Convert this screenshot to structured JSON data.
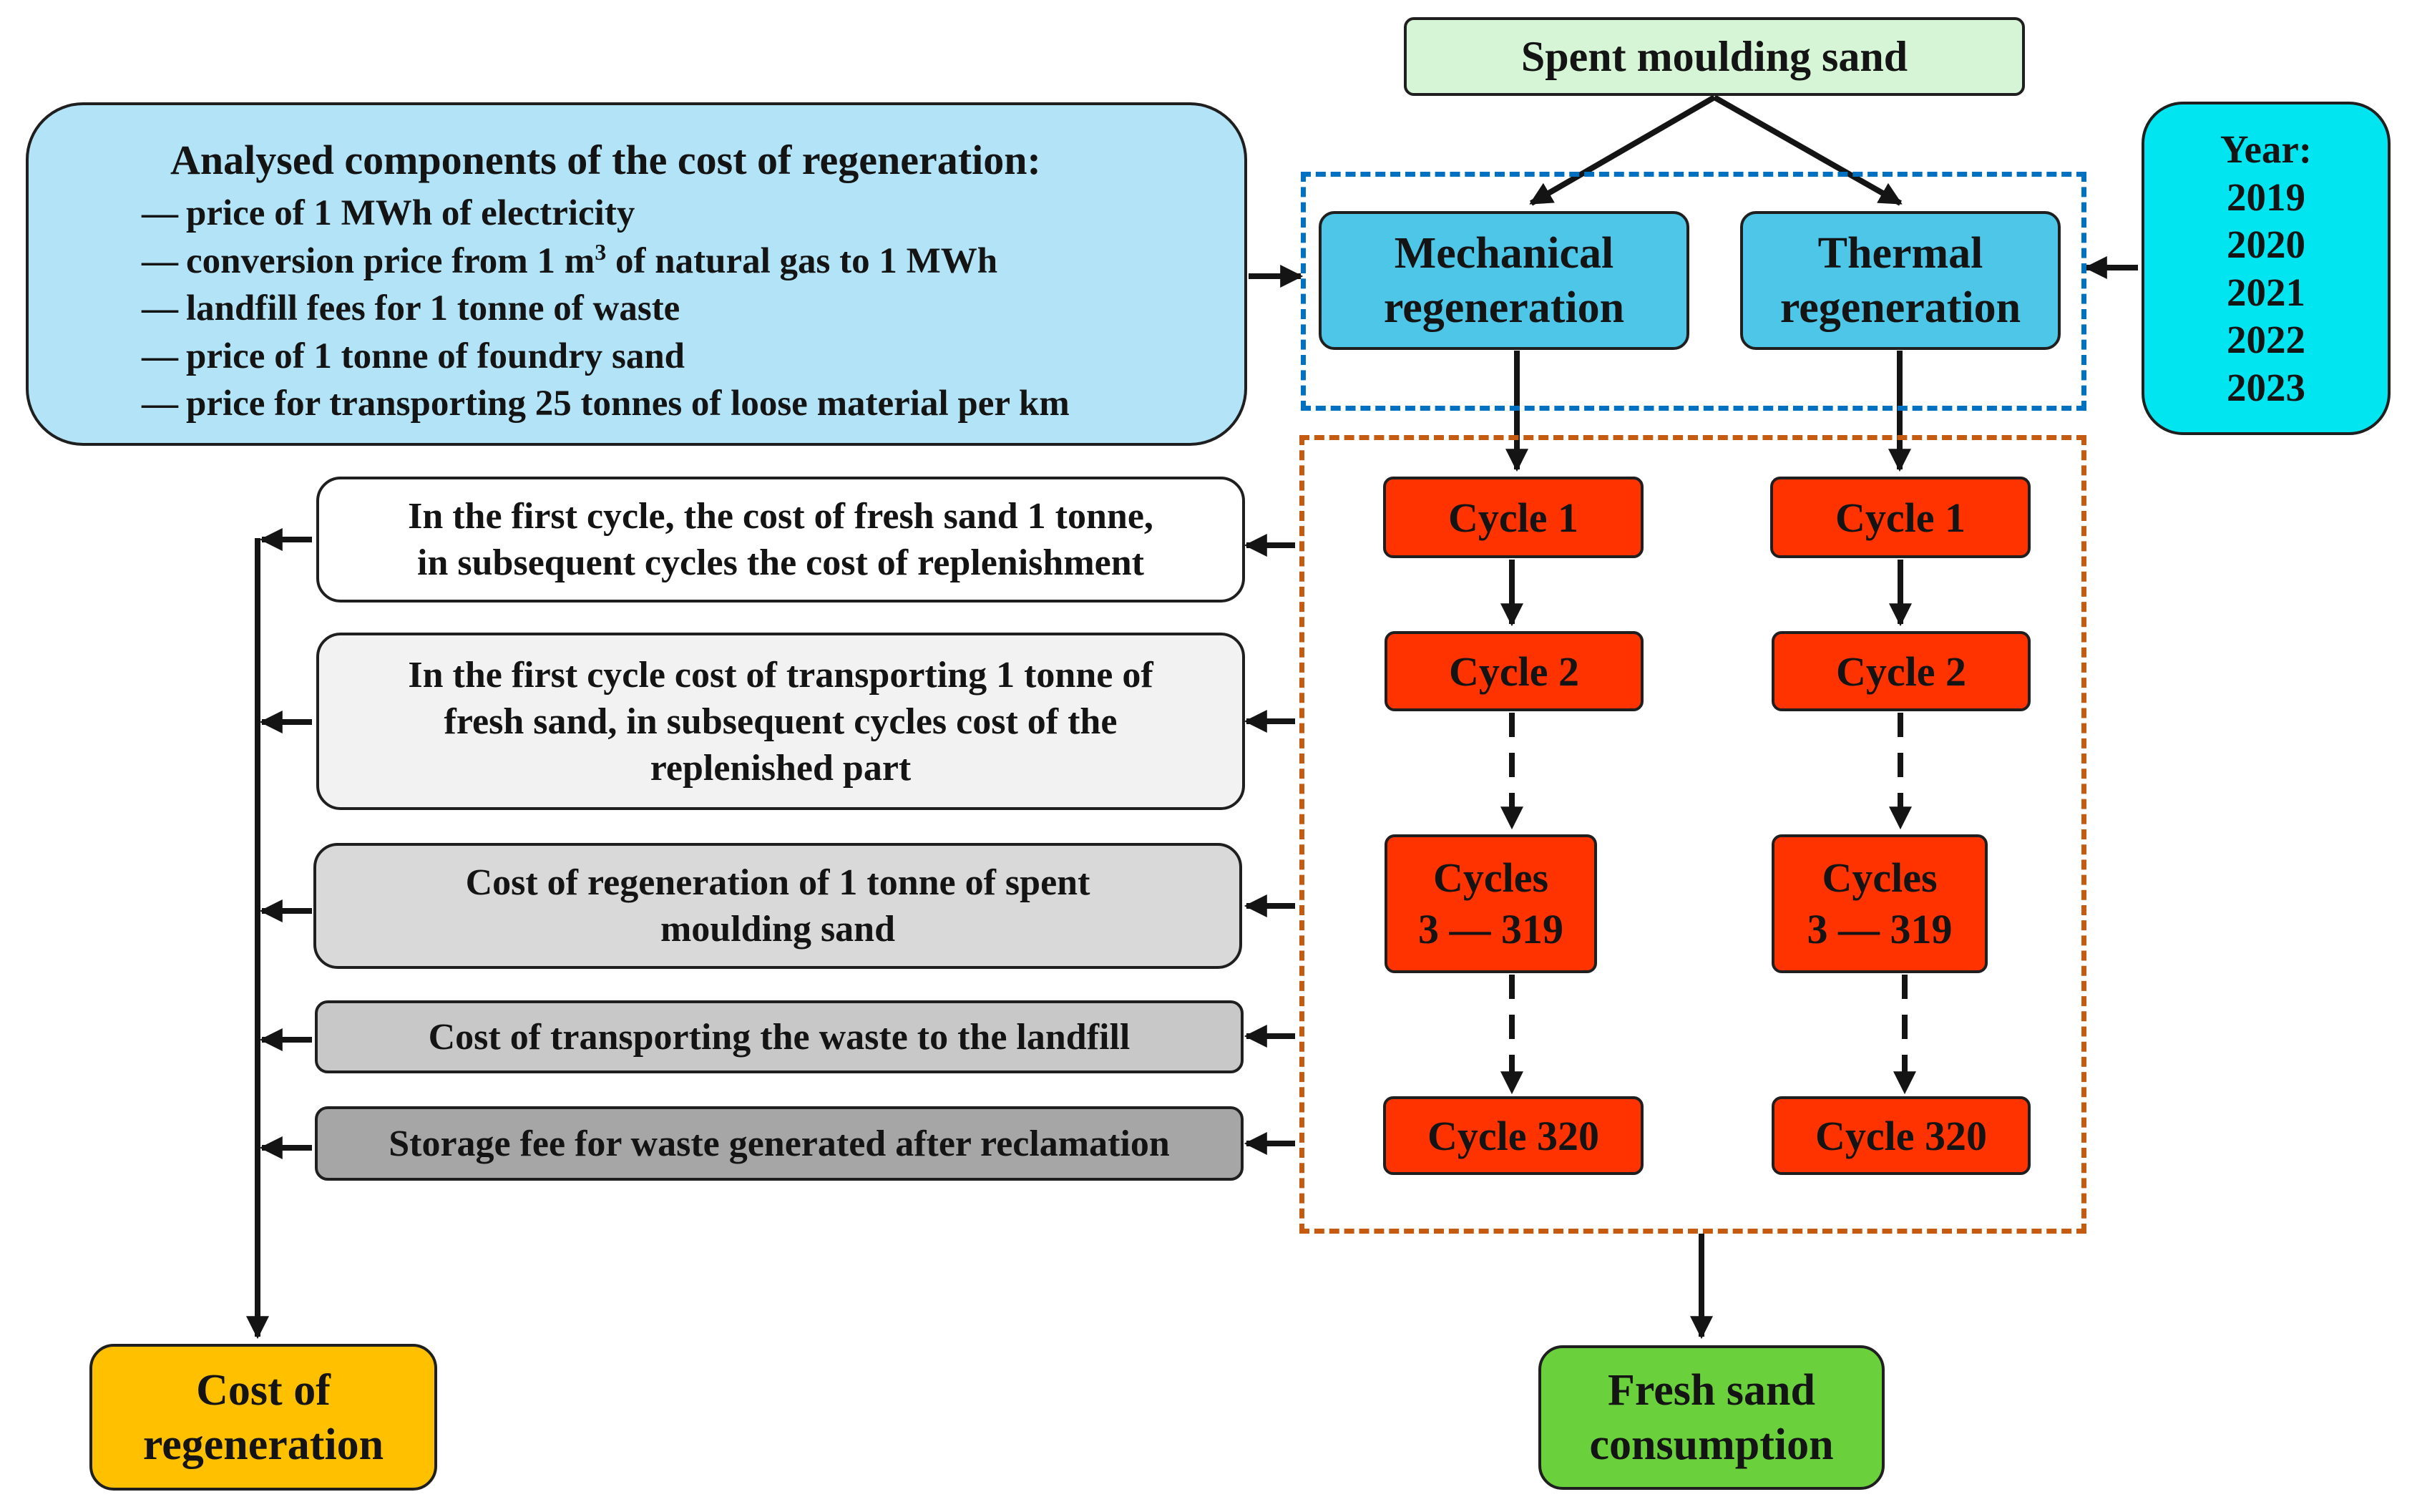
{
  "colors": {
    "spent_fill": "#d6f5d6",
    "analysed_fill": "#b3e3f6",
    "regeneration_fill": "#4dc6e8",
    "year_fill": "#00e5ef",
    "cycle_fill": "#ff3300",
    "cost_fill": "#ffc000",
    "fresh_fill": "#6ad13c",
    "blue_dashed_frame": "#0070c0",
    "orange_dashed_frame": "#c55a11",
    "info_fills": [
      "#ffffff",
      "#f2f2f2",
      "#d9d9d9",
      "#c8c8c8",
      "#a6a6a6"
    ]
  },
  "spent": "Spent moulding sand",
  "analysed": {
    "title": "Analysed components of the cost of regeneration:",
    "dash": "—",
    "items": [
      {
        "text": "price of 1 MWh of electricity"
      },
      {
        "pre": "conversion price from 1 m",
        "sup": "3",
        "post": " of natural gas to 1 MWh"
      },
      {
        "text": "landfill fees for 1 tonne of waste"
      },
      {
        "text": "price of 1 tonne of foundry sand"
      },
      {
        "text": "price for transporting 25 tonnes of loose material per km"
      }
    ]
  },
  "mechanical": [
    "Mechanical",
    "regeneration"
  ],
  "thermal": [
    "Thermal",
    "regeneration"
  ],
  "year": {
    "label": "Year:",
    "values": [
      "2019",
      "2020",
      "2021",
      "2022",
      "2023"
    ]
  },
  "cycles": {
    "c1": "Cycle 1",
    "c2": "Cycle 2",
    "c3": [
      "Cycles",
      "3 — 319"
    ],
    "c320": "Cycle 320"
  },
  "info": [
    [
      "In the first cycle, the cost of fresh sand 1 tonne,",
      "in subsequent cycles the cost of replenishment"
    ],
    [
      "In the first cycle cost of transporting 1 tonne of",
      "fresh sand, in subsequent cycles cost of the",
      "replenished part"
    ],
    [
      "Cost of regeneration of 1 tonne of spent",
      "moulding sand"
    ],
    [
      "Cost of transporting the waste to the landfill"
    ],
    [
      "Storage fee for waste generated after reclamation"
    ]
  ],
  "cost": [
    "Cost of",
    "regeneration"
  ],
  "fresh": [
    "Fresh sand",
    "consumption"
  ]
}
